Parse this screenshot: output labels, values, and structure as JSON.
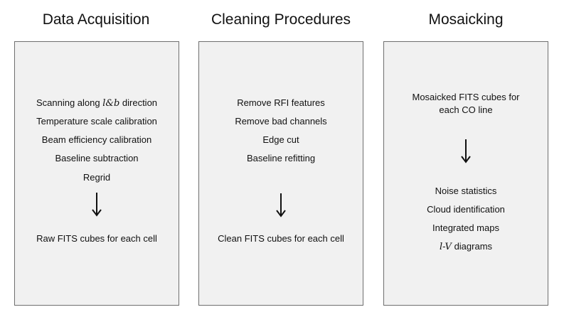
{
  "columns": [
    {
      "title": "Data Acquisition",
      "steps": [
        {
          "pre": "Scanning along ",
          "math": "l&b",
          "post": " direction"
        },
        "Temperature scale calibration",
        "Beam efficiency calibration",
        "Baseline subtraction",
        "Regrid"
      ],
      "output": "Raw FITS cubes for each cell"
    },
    {
      "title": "Cleaning Procedures",
      "steps": [
        "Remove RFI features",
        "Remove bad channels",
        "Edge cut",
        "Baseline refitting"
      ],
      "output": "Clean FITS cubes for each cell"
    },
    {
      "title": "Mosaicking",
      "input_lines": [
        "Mosaicked FITS cubes for",
        "each CO line"
      ],
      "steps": [
        "Noise statistics",
        "Cloud identification",
        "Integrated maps",
        {
          "math": "l-V",
          "post": " diagrams"
        }
      ]
    }
  ]
}
